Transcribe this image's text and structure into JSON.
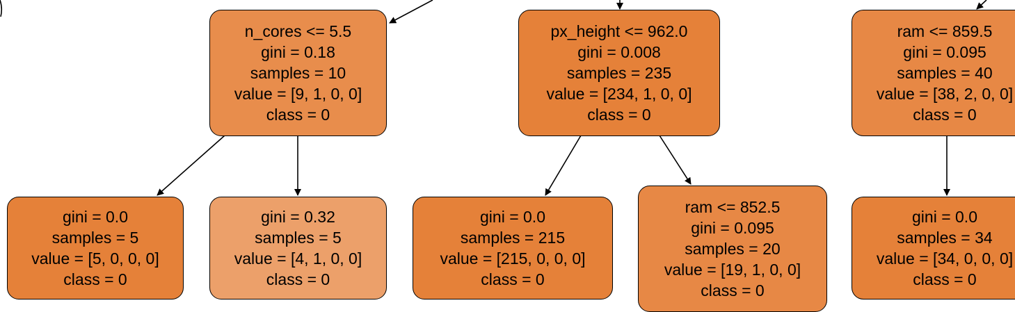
{
  "colors": {
    "fill_dark": "#e58139",
    "fill_mid": "#e88d4c",
    "fill_light": "#eca06a",
    "edge": "#000000"
  },
  "nodes": {
    "n_cores": {
      "split": "n_cores <= 5.5",
      "gini": "gini = 0.18",
      "samples": "samples = 10",
      "value": "value = [9, 1, 0, 0]",
      "class": "class = 0"
    },
    "px_height": {
      "split": "px_height <= 962.0",
      "gini": "gini = 0.008",
      "samples": "samples = 235",
      "value": "value = [234, 1, 0, 0]",
      "class": "class = 0"
    },
    "ram_859": {
      "split": "ram <= 859.5",
      "gini": "gini = 0.095",
      "samples": "samples = 40",
      "value": "value = [38, 2, 0, 0]",
      "class": "class = 0"
    },
    "leaf_5": {
      "gini": "gini = 0.0",
      "samples": "samples = 5",
      "value": "value = [5, 0, 0, 0]",
      "class": "class = 0"
    },
    "leaf_4_1": {
      "gini": "gini = 0.32",
      "samples": "samples = 5",
      "value": "value = [4, 1, 0, 0]",
      "class": "class = 0"
    },
    "leaf_215": {
      "gini": "gini = 0.0",
      "samples": "samples = 215",
      "value": "value = [215, 0, 0, 0]",
      "class": "class = 0"
    },
    "ram_852": {
      "split": "ram <= 852.5",
      "gini": "gini = 0.095",
      "samples": "samples = 20",
      "value": "value = [19, 1, 0, 0]",
      "class": "class = 0"
    },
    "leaf_34": {
      "gini": "gini = 0.0",
      "samples": "samples = 34",
      "value": "value = [34, 0, 0, 0]",
      "class": "class = 0"
    }
  }
}
